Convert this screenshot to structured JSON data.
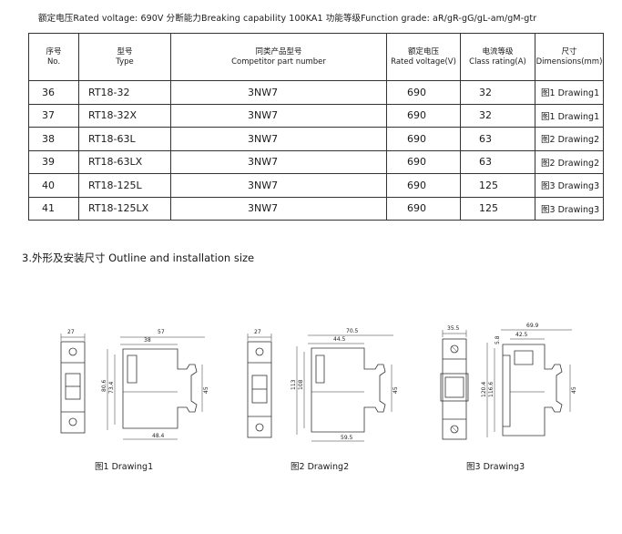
{
  "header": {
    "line": "额定电压Rated voltage: 690V  分断能力Breaking capability 100KA1  功能等级Function grade: aR/gR-gG/gL-am/gM-gtr"
  },
  "table": {
    "headers": [
      {
        "cn": "序号",
        "en": "No."
      },
      {
        "cn": "型号",
        "en": "Type"
      },
      {
        "cn": "同类产品型号",
        "en": "Competitor part number"
      },
      {
        "cn": "额定电压",
        "en": "Rated voltage(V)"
      },
      {
        "cn": "电流等级",
        "en": "Class rating(A)"
      },
      {
        "cn": "尺寸",
        "en": "Dimensions(mm)"
      }
    ],
    "rows": [
      {
        "no": "36",
        "type": "RT18-32",
        "comp": "3NW7",
        "volt": "690",
        "amp": "32",
        "dim": "图1 Drawing1"
      },
      {
        "no": "37",
        "type": "RT18-32X",
        "comp": "3NW7",
        "volt": "690",
        "amp": "32",
        "dim": "图1 Drawing1"
      },
      {
        "no": "38",
        "type": "RT18-63L",
        "comp": "3NW7",
        "volt": "690",
        "amp": "63",
        "dim": "图2 Drawing2"
      },
      {
        "no": "39",
        "type": "RT18-63LX",
        "comp": "3NW7",
        "volt": "690",
        "amp": "63",
        "dim": "图2 Drawing2"
      },
      {
        "no": "40",
        "type": "RT18-125L",
        "comp": "3NW7",
        "volt": "690",
        "amp": "125",
        "dim": "图3 Drawing3"
      },
      {
        "no": "41",
        "type": "RT18-125LX",
        "comp": "3NW7",
        "volt": "690",
        "amp": "125",
        "dim": "图3 Drawing3"
      }
    ]
  },
  "section": {
    "title": "3.外形及安装尺寸  Outline  and  installation  size"
  },
  "drawings": {
    "d1": {
      "caption": "图1 Drawing1",
      "front_width": "27",
      "side_overall": "57",
      "side_upper": "38",
      "side_bottom": "48.4",
      "height_outer": "80.6",
      "height_inner": "73.4",
      "rail": "45"
    },
    "d2": {
      "caption": "图2 Drawing2",
      "front_width": "27",
      "side_overall": "70.5",
      "side_upper": "44.5",
      "side_bottom": "59.5",
      "height_outer": "113",
      "height_inner": "108",
      "rail": "45"
    },
    "d3": {
      "caption": "图3 Drawing3",
      "front_width": "35.5",
      "side_overall": "69.9",
      "side_upper": "42.5",
      "side_top": "5.8",
      "height_outer": "120.4",
      "height_inner": "116.6",
      "rail": "45"
    }
  }
}
